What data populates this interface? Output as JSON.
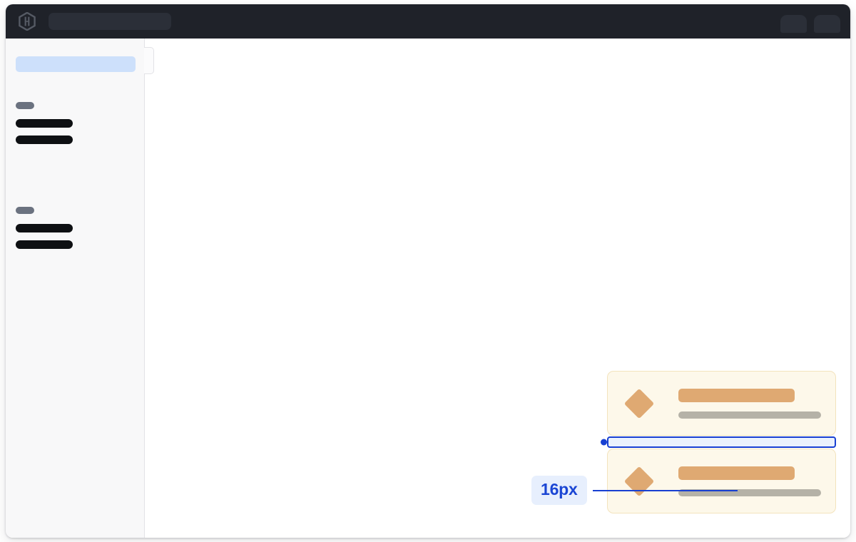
{
  "window": {
    "name": "design-inspector-window"
  },
  "topbar": {
    "logo_icon": "hashicorp-hexagon-logo-icon",
    "search_skeleton_label": "",
    "right_items": [
      {
        "name": "topbar-pill-skeleton-1",
        "label": ""
      },
      {
        "name": "topbar-pill-skeleton-2",
        "label": ""
      }
    ]
  },
  "sidebar": {
    "active_item_skeleton_label": "",
    "collapse_handle_label": "",
    "groups": [
      {
        "group_label_skeleton": "",
        "items": [
          {
            "label": ""
          },
          {
            "label": ""
          }
        ]
      },
      {
        "group_label_skeleton": "",
        "items": [
          {
            "label": ""
          },
          {
            "label": ""
          }
        ]
      }
    ]
  },
  "canvas": {
    "cards": [
      {
        "name": "amber-card-top",
        "icon": "diamond-icon",
        "primary_line_label": "",
        "secondary_line_label": ""
      },
      {
        "name": "amber-card-bottom",
        "icon": "diamond-icon",
        "primary_line_label": "",
        "secondary_line_label": ""
      }
    ],
    "measurement": {
      "value": "16px",
      "property": "gap",
      "accent_color": "#1840d2",
      "chip_background": "#e7effd",
      "band_fill": "#eaf1fd"
    }
  },
  "colors": {
    "topbar_background": "#1f2229",
    "topbar_skeleton": "#2b2f38",
    "sidebar_background": "#f8f8f9",
    "sidebar_border": "#e2e2e6",
    "sidebar_active_skeleton": "#cde0fb",
    "sidebar_label_skeleton": "#6b7280",
    "sidebar_item_skeleton": "#0e1013",
    "card_background": "#fdf8ea",
    "card_border": "#f3e3bd",
    "card_accent": "#dfa972",
    "card_muted": "#b5b2a7",
    "measure_accent": "#1840d2",
    "canvas_background": "#ffffff"
  }
}
